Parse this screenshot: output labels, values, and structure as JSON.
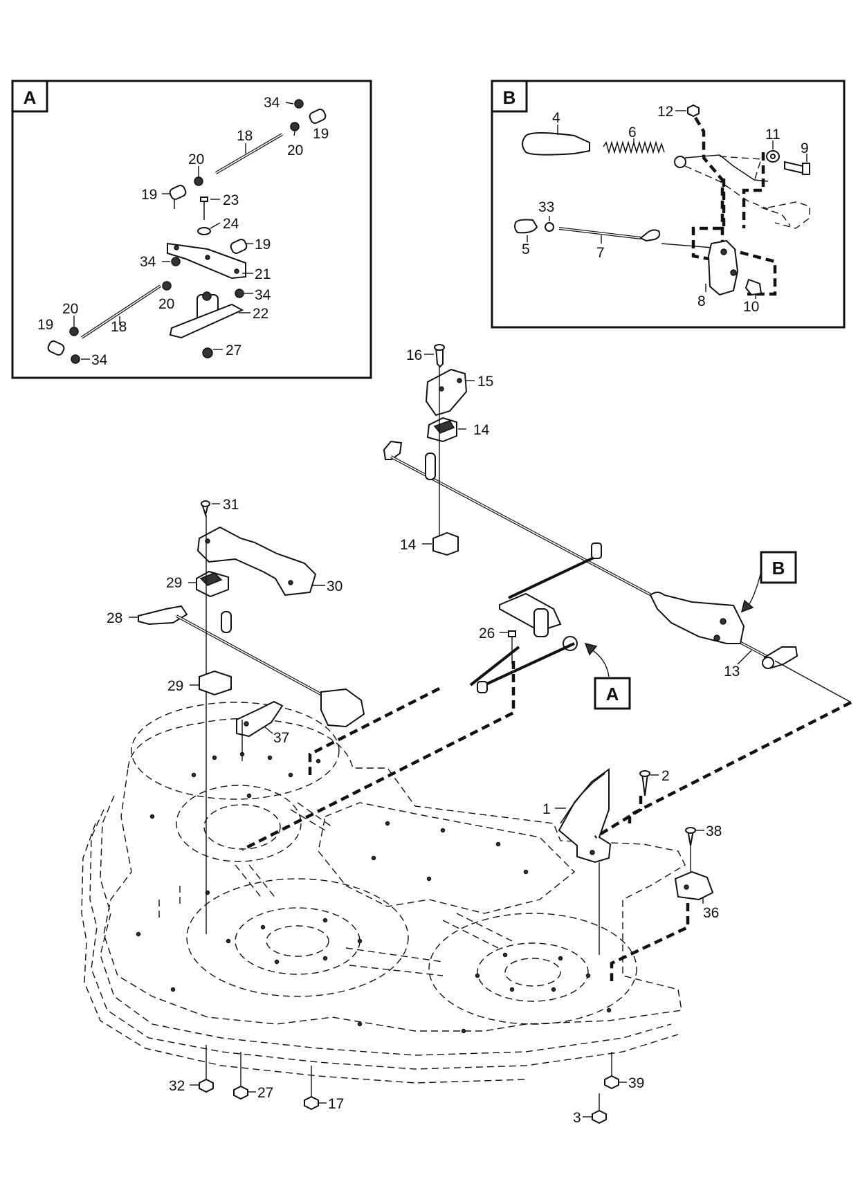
{
  "insets": {
    "a": {
      "tag": "A"
    },
    "b": {
      "tag": "B"
    }
  },
  "callouts": {
    "a": "A",
    "b": "B"
  },
  "inset_a_labels": [
    "34",
    "19",
    "20",
    "18",
    "20",
    "19",
    "23",
    "24",
    "19",
    "34",
    "21",
    "34",
    "20",
    "20",
    "22",
    "19",
    "18",
    "27",
    "34"
  ],
  "inset_b_labels": [
    "12",
    "4",
    "6",
    "11",
    "9",
    "33",
    "5",
    "7",
    "8",
    "10"
  ],
  "main_labels": [
    "16",
    "15",
    "14",
    "31",
    "14",
    "29",
    "30",
    "28",
    "26",
    "29",
    "37",
    "13",
    "2",
    "1",
    "38",
    "36",
    "32",
    "27",
    "17",
    "39",
    "3"
  ]
}
